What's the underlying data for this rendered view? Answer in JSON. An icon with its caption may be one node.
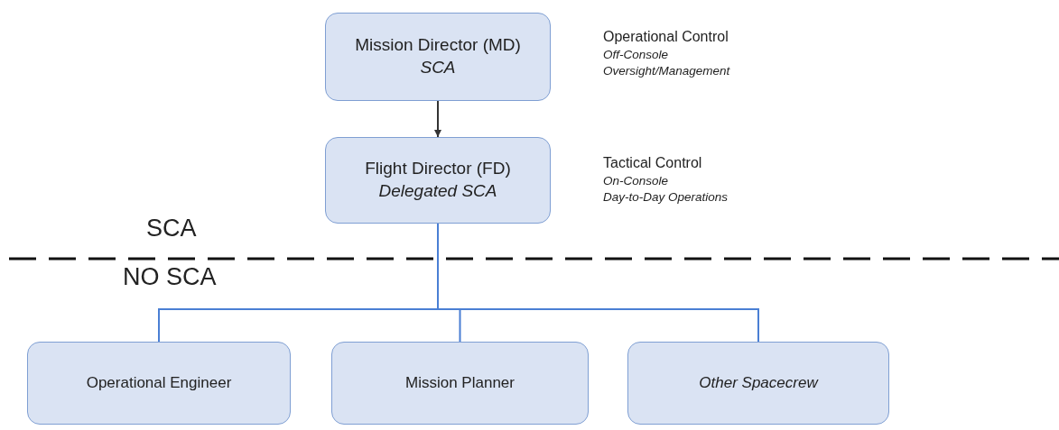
{
  "diagram": {
    "nodes": [
      {
        "text": [
          "Mission Director (MD)",
          "SCA"
        ],
        "beside": [
          "Operational Control",
          "Off-Console",
          "Oversight/Management"
        ]
      },
      {
        "text": [
          "Flight Director (FD)",
          "Delegated SCA"
        ],
        "beside": [
          "Tactical Control",
          "On-Console",
          "Day-to-Day Operations"
        ]
      },
      {
        "text": [
          "Operational Engineer"
        ]
      },
      {
        "text": [
          "Mission Planner"
        ]
      },
      {
        "text": [
          "Other Spacecrew"
        ]
      }
    ],
    "edges": [
      {
        "from": 0,
        "to": 1,
        "arrow": "to",
        "color": "#333333"
      },
      {
        "from": 1,
        "to": 2,
        "arrow": "none"
      },
      {
        "from": 1,
        "to": 3,
        "arrow": "none"
      },
      {
        "from": 1,
        "to": 4,
        "arrow": "none"
      }
    ],
    "labels": [
      "SCA",
      "NO SCA"
    ]
  }
}
